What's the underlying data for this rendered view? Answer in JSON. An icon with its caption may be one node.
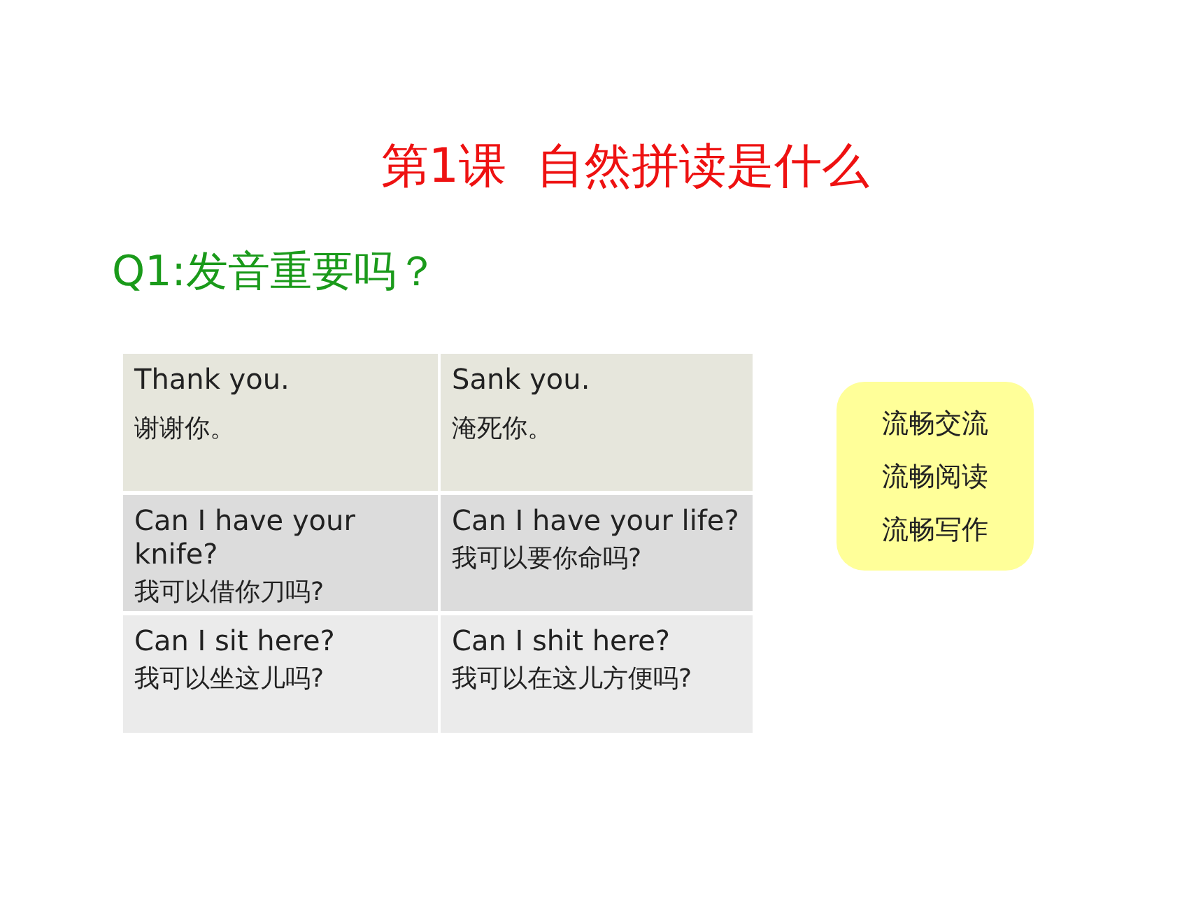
{
  "diagram": {
    "title": "第1课  自然拼读是什么",
    "nodes": [
      {
        "text": [
          "流畅交流",
          "流畅阅读",
          "流畅写作"
        ]
      }
    ],
    "labels": [
      "Q1:发音重要吗？",
      "Thank you.",
      "谢谢你。",
      "Sank you.",
      "淹死你。",
      "Can I have your knife?",
      "我可以借你刀吗?",
      "Can I have your life?",
      "我可以要你命吗?",
      "Can I sit here?",
      "我可以坐这儿吗?",
      "Can I shit here?",
      "我可以在这儿方便吗?"
    ]
  }
}
